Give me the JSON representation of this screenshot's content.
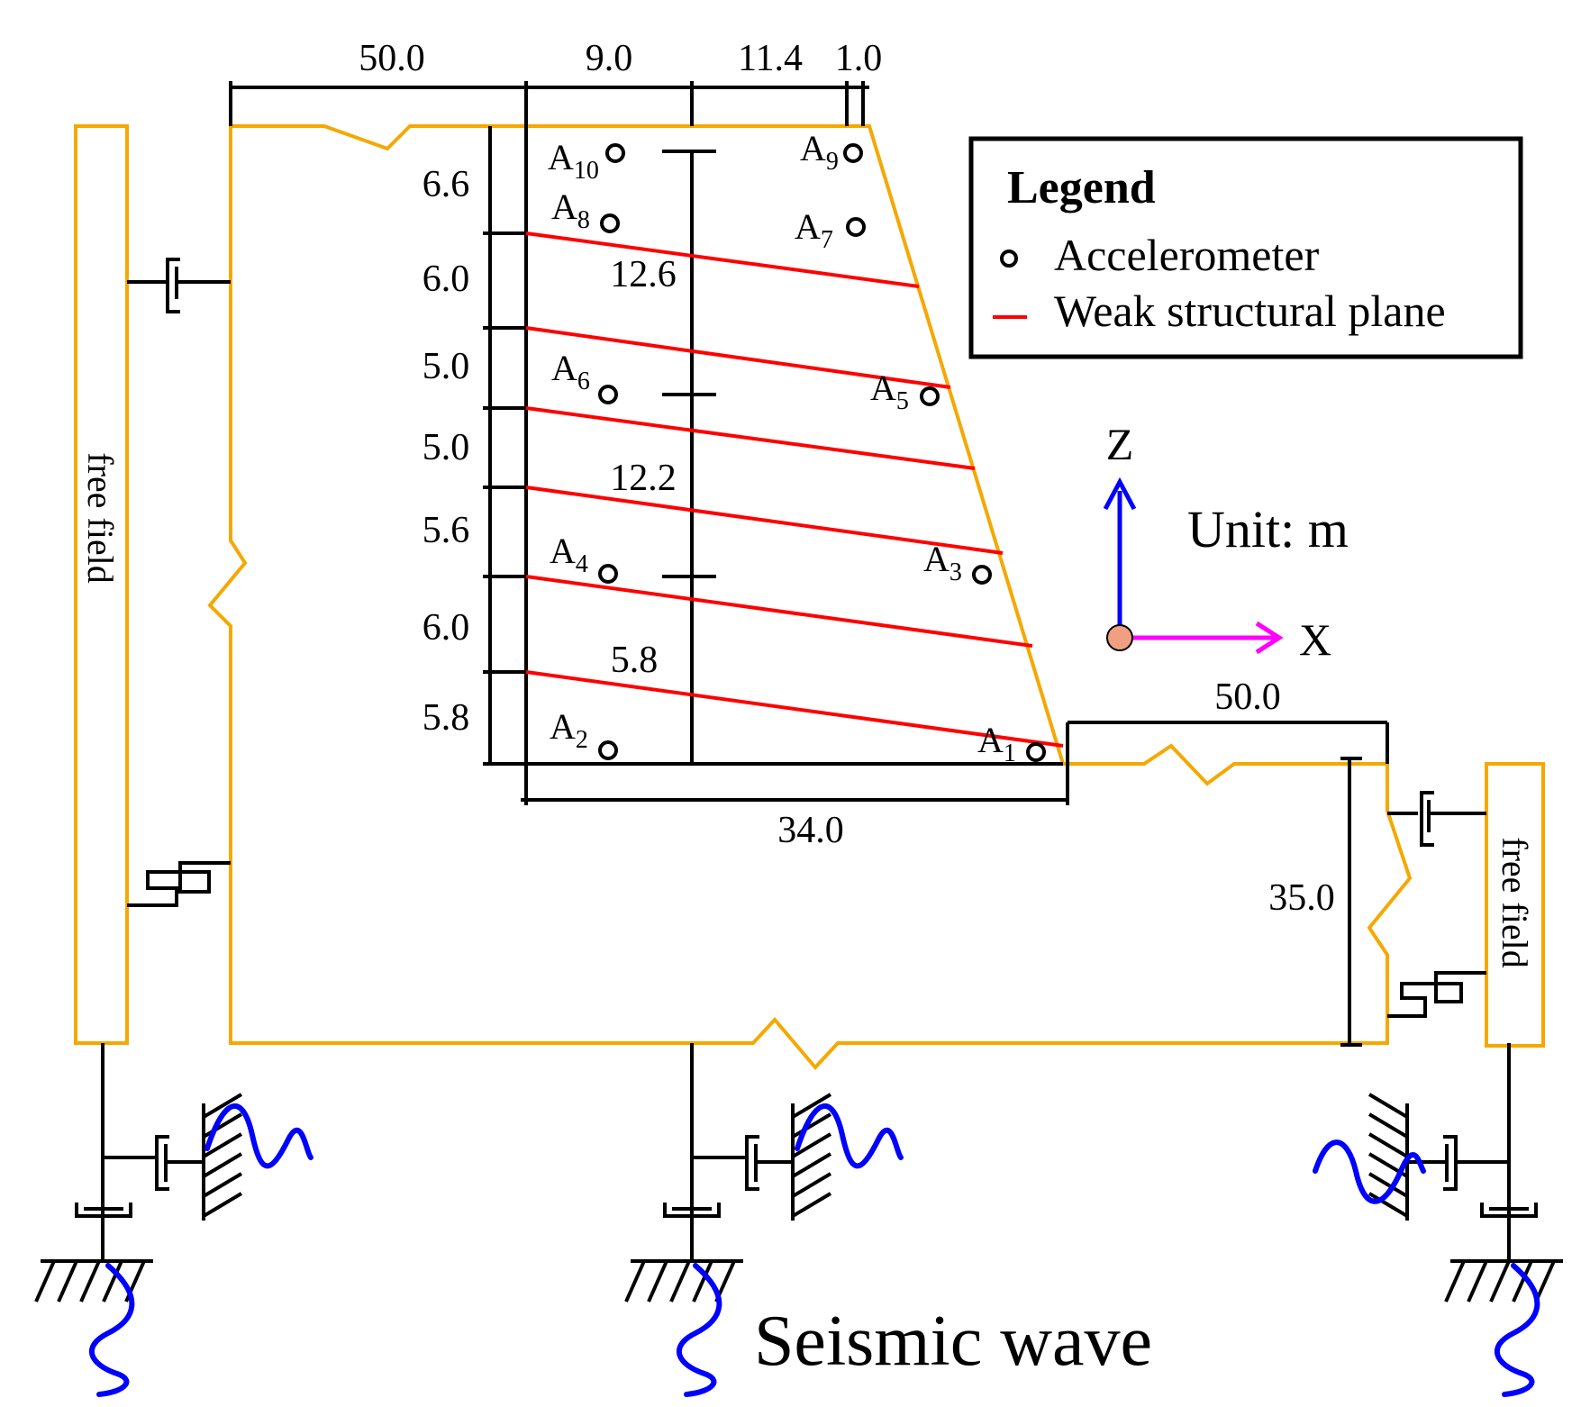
{
  "colors": {
    "boundary": "#f5a800",
    "weak_plane": "#ff0000",
    "wave": "#0000ff",
    "z_axis": "#0000ff",
    "x_axis": "#ff00ff",
    "origin": "#f0a080",
    "ink": "#000000"
  },
  "legend": {
    "title": "Legend",
    "accelerometer": "Accelerometer",
    "weak_plane": "Weak structural plane"
  },
  "axes": {
    "z": "Z",
    "x": "X"
  },
  "unit": "Unit: m",
  "free_field_label": "free field",
  "seismic_wave_label": "Seismic wave",
  "dimensions": {
    "top_left_width": "50.0",
    "top_segment_1": "9.0",
    "top_segment_2": "11.4",
    "top_segment_3": "1.0",
    "heights": [
      "6.6",
      "6.0",
      "5.0",
      "5.0",
      "5.6",
      "6.0",
      "5.8"
    ],
    "inner_1": "12.6",
    "inner_2": "12.2",
    "inner_3": "5.8",
    "base_width": "34.0",
    "right_width": "50.0",
    "right_depth": "35.0"
  },
  "accelerometers": [
    {
      "letter": "A",
      "index": "1"
    },
    {
      "letter": "A",
      "index": "2"
    },
    {
      "letter": "A",
      "index": "3"
    },
    {
      "letter": "A",
      "index": "4"
    },
    {
      "letter": "A",
      "index": "5"
    },
    {
      "letter": "A",
      "index": "6"
    },
    {
      "letter": "A",
      "index": "7"
    },
    {
      "letter": "A",
      "index": "8"
    },
    {
      "letter": "A",
      "index": "9"
    },
    {
      "letter": "A",
      "index": "10"
    }
  ]
}
